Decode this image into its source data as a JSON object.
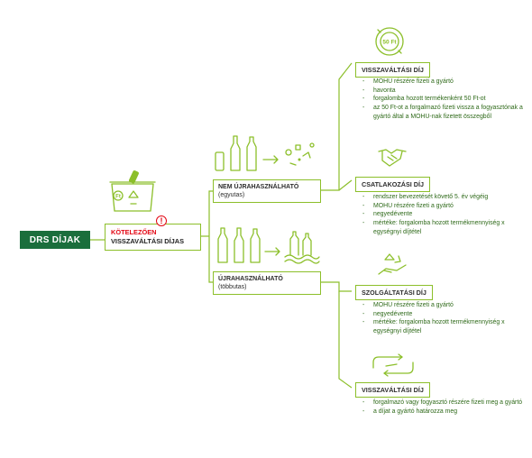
{
  "root": {
    "title": "DRS DÍJAK"
  },
  "mandatory": {
    "line1": "KÖTELEZŐEN",
    "line2": "VISSZAVÁLTÁSI DÍJAS"
  },
  "branches": [
    {
      "title": "NEM ÚJRAHASZNÁLHATÓ",
      "subtitle": "(egyutas)"
    },
    {
      "title": "ÚJRAHASZNÁLHATÓ",
      "subtitle": "(többutas)"
    }
  ],
  "fees": [
    {
      "title": "VISSZAVÁLTÁSI DÍJ",
      "items": [
        "MOHU részére fizeti a gyártó",
        "havonta",
        "forgalomba hozott termékenként 50 Ft-ot",
        "az 50 Ft-ot a forgalmazó fizeti vissza a fogyasztónak a gyártó által a MOHU-nak fizetett összegből"
      ]
    },
    {
      "title": "CSATLAKOZÁSI DÍJ",
      "items": [
        "rendszer bevezetését követő 5. év végéig",
        "MOHU részére fizeti a gyártó",
        "negyedévente",
        "mértéke: forgalomba hozott termékmennyiség x egységnyi díjtétel"
      ]
    },
    {
      "title": "SZOLGÁLTATÁSI DÍJ",
      "items": [
        "MOHU részére fizeti a gyártó",
        "negyedévente",
        "mértéke: forgalomba hozott termékmennyiség x egységnyi díjtétel"
      ]
    },
    {
      "title": "VISSZAVÁLTÁSI DÍJ",
      "items": [
        "forgalmazó vagy fogyasztó részére fizeti meg a gyártó",
        "a díjat a gyártó határozza meg"
      ]
    }
  ],
  "icons": {
    "coin_label": "50 Ft",
    "bin_label": "Ft",
    "colors": {
      "green": "#8cbf2a",
      "dark_green": "#1a6e3c",
      "red": "#e30613"
    }
  }
}
